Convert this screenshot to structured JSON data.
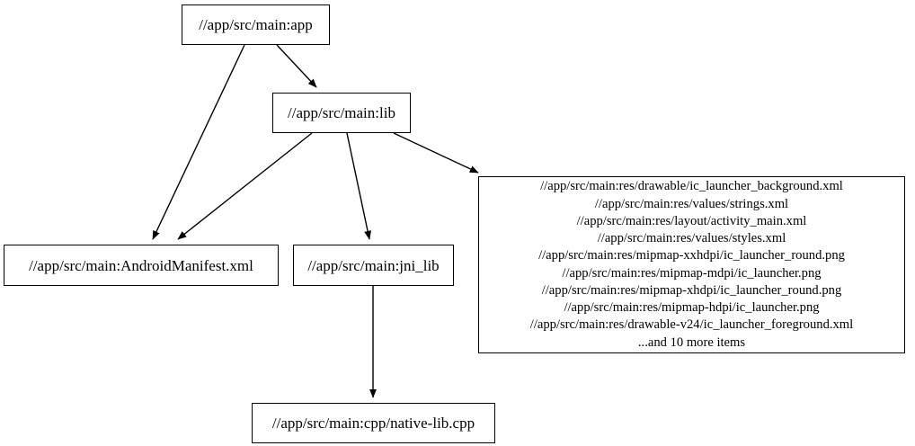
{
  "graph": {
    "type": "directed-dependency-graph",
    "background_color": "#ffffff",
    "node_border_color": "#000000",
    "edge_color": "#000000",
    "text_color": "#000000",
    "nodes": [
      {
        "id": "app",
        "label": "//app/src/main:app"
      },
      {
        "id": "lib",
        "label": "//app/src/main:lib"
      },
      {
        "id": "manifest",
        "label": "//app/src/main:AndroidManifest.xml"
      },
      {
        "id": "jni_lib",
        "label": "//app/src/main:jni_lib"
      },
      {
        "id": "cpp",
        "label": "//app/src/main:cpp/native-lib.cpp"
      },
      {
        "id": "res",
        "label": "//app/src/main:res/drawable/ic_launcher_background.xml\n//app/src/main:res/values/strings.xml\n//app/src/main:res/layout/activity_main.xml\n//app/src/main:res/values/styles.xml\n//app/src/main:res/mipmap-xxhdpi/ic_launcher_round.png\n//app/src/main:res/mipmap-mdpi/ic_launcher.png\n//app/src/main:res/mipmap-xhdpi/ic_launcher_round.png\n//app/src/main:res/mipmap-hdpi/ic_launcher.png\n//app/src/main:res/drawable-v24/ic_launcher_foreground.xml\n...and 10 more items",
        "lines": [
          "//app/src/main:res/drawable/ic_launcher_background.xml",
          "//app/src/main:res/values/strings.xml",
          "//app/src/main:res/layout/activity_main.xml",
          "//app/src/main:res/values/styles.xml",
          "//app/src/main:res/mipmap-xxhdpi/ic_launcher_round.png",
          "//app/src/main:res/mipmap-mdpi/ic_launcher.png",
          "//app/src/main:res/mipmap-xhdpi/ic_launcher_round.png",
          "//app/src/main:res/mipmap-hdpi/ic_launcher.png",
          "//app/src/main:res/drawable-v24/ic_launcher_foreground.xml",
          "...and 10 more items"
        ]
      }
    ],
    "edges": [
      {
        "id": "app-to-manifest",
        "from": "app",
        "to": "manifest"
      },
      {
        "id": "app-to-lib",
        "from": "app",
        "to": "lib"
      },
      {
        "id": "lib-to-manifest",
        "from": "lib",
        "to": "manifest"
      },
      {
        "id": "lib-to-jni_lib",
        "from": "lib",
        "to": "jni_lib"
      },
      {
        "id": "lib-to-res",
        "from": "lib",
        "to": "res"
      },
      {
        "id": "jni_lib-to-cpp",
        "from": "jni_lib",
        "to": "cpp"
      }
    ]
  }
}
